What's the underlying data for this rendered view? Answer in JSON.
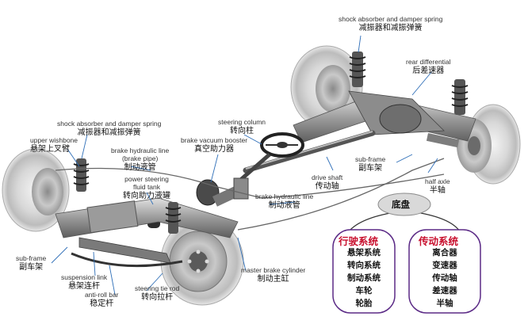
{
  "colors": {
    "heading_red": "#c8102e",
    "bubble_fill": "#d9d9d9",
    "box_border": "#5b2a86",
    "leader_line": "#2f6fb8"
  },
  "labels": {
    "shock_top": {
      "en": "shock absorber and damper spring",
      "zh": "减振器和减振弹簧"
    },
    "rear_diff": {
      "en": "rear differential",
      "zh": "后差速器"
    },
    "steering_column": {
      "en": "steering column",
      "zh": "转向柱"
    },
    "brake_booster": {
      "en": "brake vacuum booster",
      "zh": "真空助力器"
    },
    "shock_left": {
      "en": "shock absorber and damper spring",
      "zh": "减振器和减振弹簧"
    },
    "upper_wishbone": {
      "en": "upper wishbone",
      "zh": "悬架上叉臂"
    },
    "brake_line_front": {
      "en": "brake hydraulic line",
      "en2": "(brake pipe)",
      "zh": "制动液管"
    },
    "ps_tank": {
      "en": "power steering",
      "en2": "fluid tank",
      "zh": "转向助力液罐"
    },
    "subframe_rear": {
      "en": "sub-frame",
      "zh": "副车架"
    },
    "drive_shaft": {
      "en": "drive shaft",
      "zh": "传动轴"
    },
    "half_axle": {
      "en": "half axle",
      "zh": "半轴"
    },
    "brake_line_mid": {
      "en": "brake hydraulic line",
      "zh": "制动液管"
    },
    "subframe_front": {
      "en": "sub-frame",
      "zh": "副车架"
    },
    "suspension_link": {
      "en": "suspension link",
      "zh": "悬架连杆"
    },
    "antiroll": {
      "en": "anti-roll bar",
      "zh": "稳定杆"
    },
    "tie_rod": {
      "en": "steering tie rod",
      "zh": "转向拉杆"
    },
    "master_cyl": {
      "en": "master brake cylinder",
      "zh": "制动主缸"
    }
  },
  "summary": {
    "root": "底盘",
    "running_system": {
      "title": "行驶系统",
      "items": [
        "悬架系统",
        "转向系统",
        "制动系统",
        "车轮",
        "轮胎"
      ]
    },
    "transmission_system": {
      "title": "传动系统",
      "items": [
        "离合器",
        "变速器",
        "传动轴",
        "差速器",
        "半轴"
      ]
    }
  }
}
